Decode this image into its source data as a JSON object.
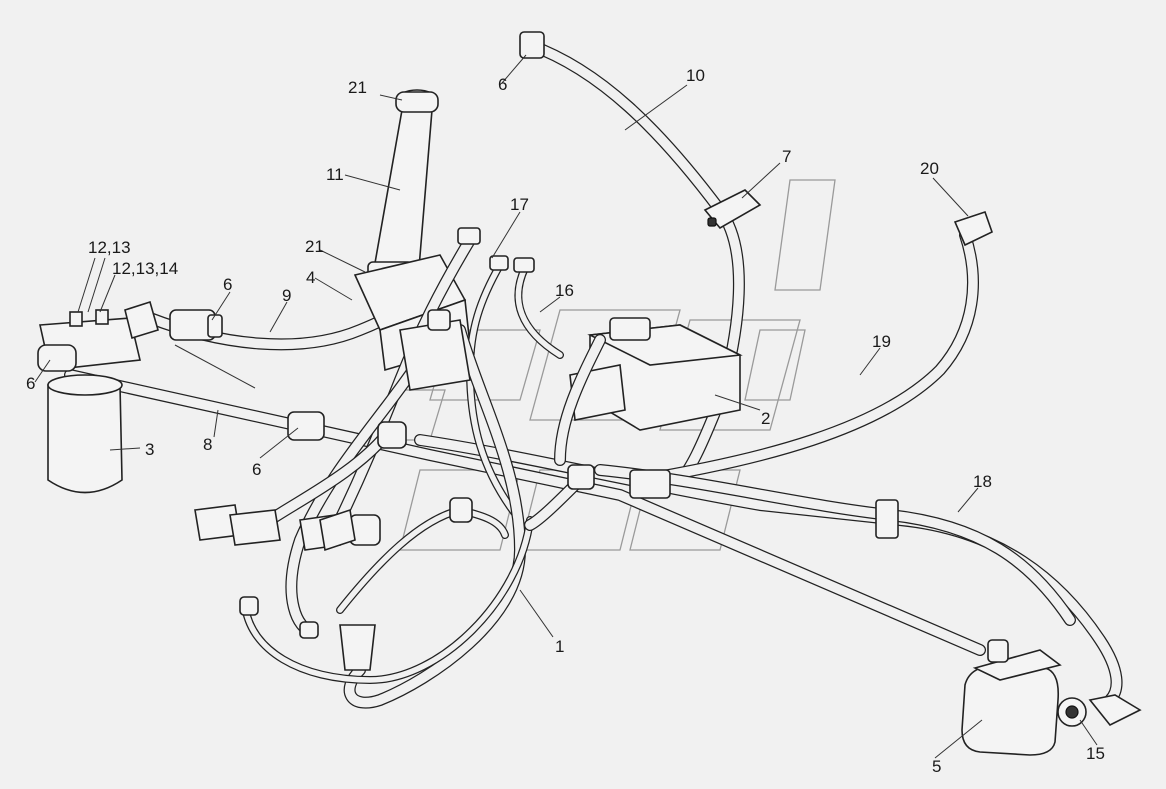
{
  "diagram": {
    "labels": {
      "c1": "1",
      "c2": "2",
      "c3": "3",
      "c4": "4",
      "c5": "5",
      "c6a": "6",
      "c6b": "6",
      "c6c": "6",
      "c6d": "6",
      "c7": "7",
      "c8": "8",
      "c9": "9",
      "c10": "10",
      "c11": "11",
      "c12_13": "12,13",
      "c12_13_14": "12,13,14",
      "c15": "15",
      "c16": "16",
      "c17": "17",
      "c18": "18",
      "c19": "19",
      "c20": "20",
      "c21a": "21",
      "c21b": "21"
    }
  }
}
